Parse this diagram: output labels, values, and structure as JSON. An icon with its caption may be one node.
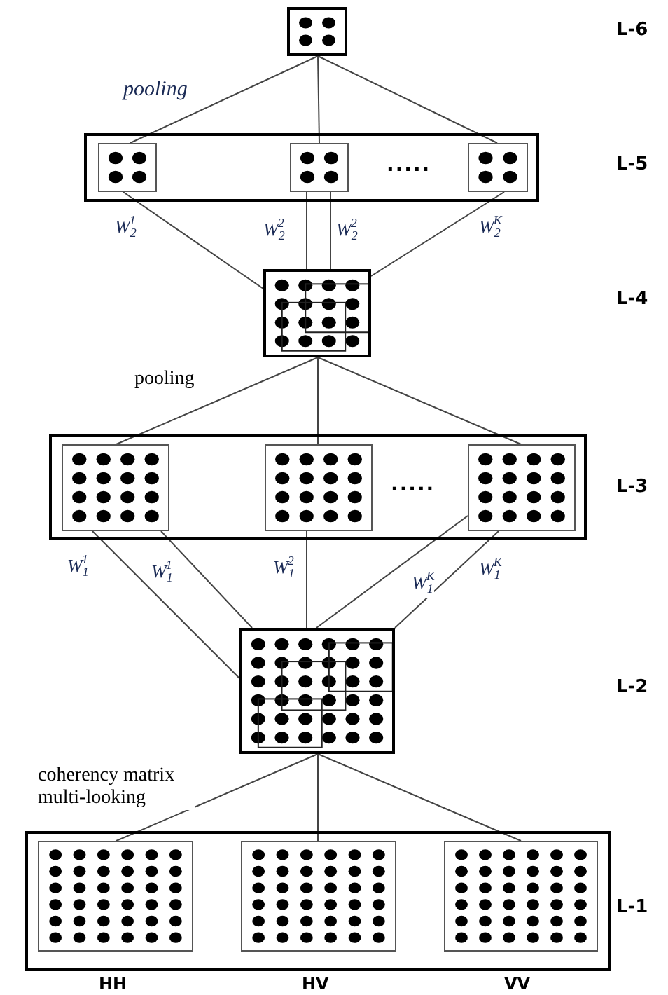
{
  "diagram": {
    "nodes": [
      {
        "text": [],
        "shape": "box"
      },
      {
        "text": [],
        "shape": "box"
      },
      {
        "text": [],
        "shape": "box",
        "in": 1
      },
      {
        "text": [],
        "shape": "box",
        "in": 1
      },
      {
        "text": [],
        "shape": "box",
        "in": 1
      },
      {
        "text": [],
        "shape": "box"
      },
      {
        "text": [],
        "shape": "box"
      },
      {
        "text": [],
        "shape": "box",
        "in": 6
      },
      {
        "text": [],
        "shape": "box",
        "in": 6
      },
      {
        "text": [],
        "shape": "box",
        "in": 6
      },
      {
        "text": [],
        "shape": "box"
      },
      {
        "text": [],
        "shape": "box"
      },
      {
        "text": [],
        "shape": "box",
        "in": 11,
        "beside": [
          "HH"
        ]
      },
      {
        "text": [],
        "shape": "box",
        "in": 11,
        "beside": [
          "HV"
        ]
      },
      {
        "text": [],
        "shape": "box",
        "in": 11,
        "beside": [
          "VV"
        ]
      }
    ],
    "edges": [
      {
        "from": 0,
        "to": 2,
        "arrow": "none"
      },
      {
        "from": 0,
        "to": 3,
        "arrow": "none"
      },
      {
        "from": 0,
        "to": 4,
        "arrow": "none"
      },
      {
        "from": 2,
        "to": 5,
        "arrow": "none",
        "label": "W$_{2}$$^{1}$"
      },
      {
        "from": 3,
        "to": 5,
        "arrow": "none",
        "label": "W$_{2}$$^{2}$"
      },
      {
        "from": 3,
        "to": 5,
        "arrow": "none",
        "label": "W$_{2}$$^{2}$"
      },
      {
        "from": 4,
        "to": 5,
        "arrow": "none",
        "label": "W$_{2}$$^{K}$"
      },
      {
        "from": 5,
        "to": 7,
        "arrow": "none"
      },
      {
        "from": 5,
        "to": 8,
        "arrow": "none"
      },
      {
        "from": 5,
        "to": 9,
        "arrow": "none"
      },
      {
        "from": 7,
        "to": 10,
        "arrow": "none",
        "label": "W$_{1}$$^{1}$"
      },
      {
        "from": 7,
        "to": 10,
        "arrow": "none",
        "label": "W$_{1}$$^{1}$"
      },
      {
        "from": 8,
        "to": 10,
        "arrow": "none",
        "label": "W$_{1}$$^{2}$"
      },
      {
        "from": 9,
        "to": 10,
        "arrow": "none",
        "label": "W$_{1}$$^{K}$"
      },
      {
        "from": 9,
        "to": 10,
        "arrow": "none",
        "label": "W$_{1}$$^{K}$"
      },
      {
        "from": 10,
        "to": 12,
        "arrow": "none"
      },
      {
        "from": 10,
        "to": 13,
        "arrow": "none"
      },
      {
        "from": 10,
        "to": 14,
        "arrow": "none"
      }
    ],
    "labels": [
      "L-6",
      "pooling",
      "L-5",
      ".....",
      "L-4",
      "pooling",
      "L-3",
      ".....",
      "L-2",
      "coherency matrix multi-looking",
      "L-1"
    ]
  }
}
